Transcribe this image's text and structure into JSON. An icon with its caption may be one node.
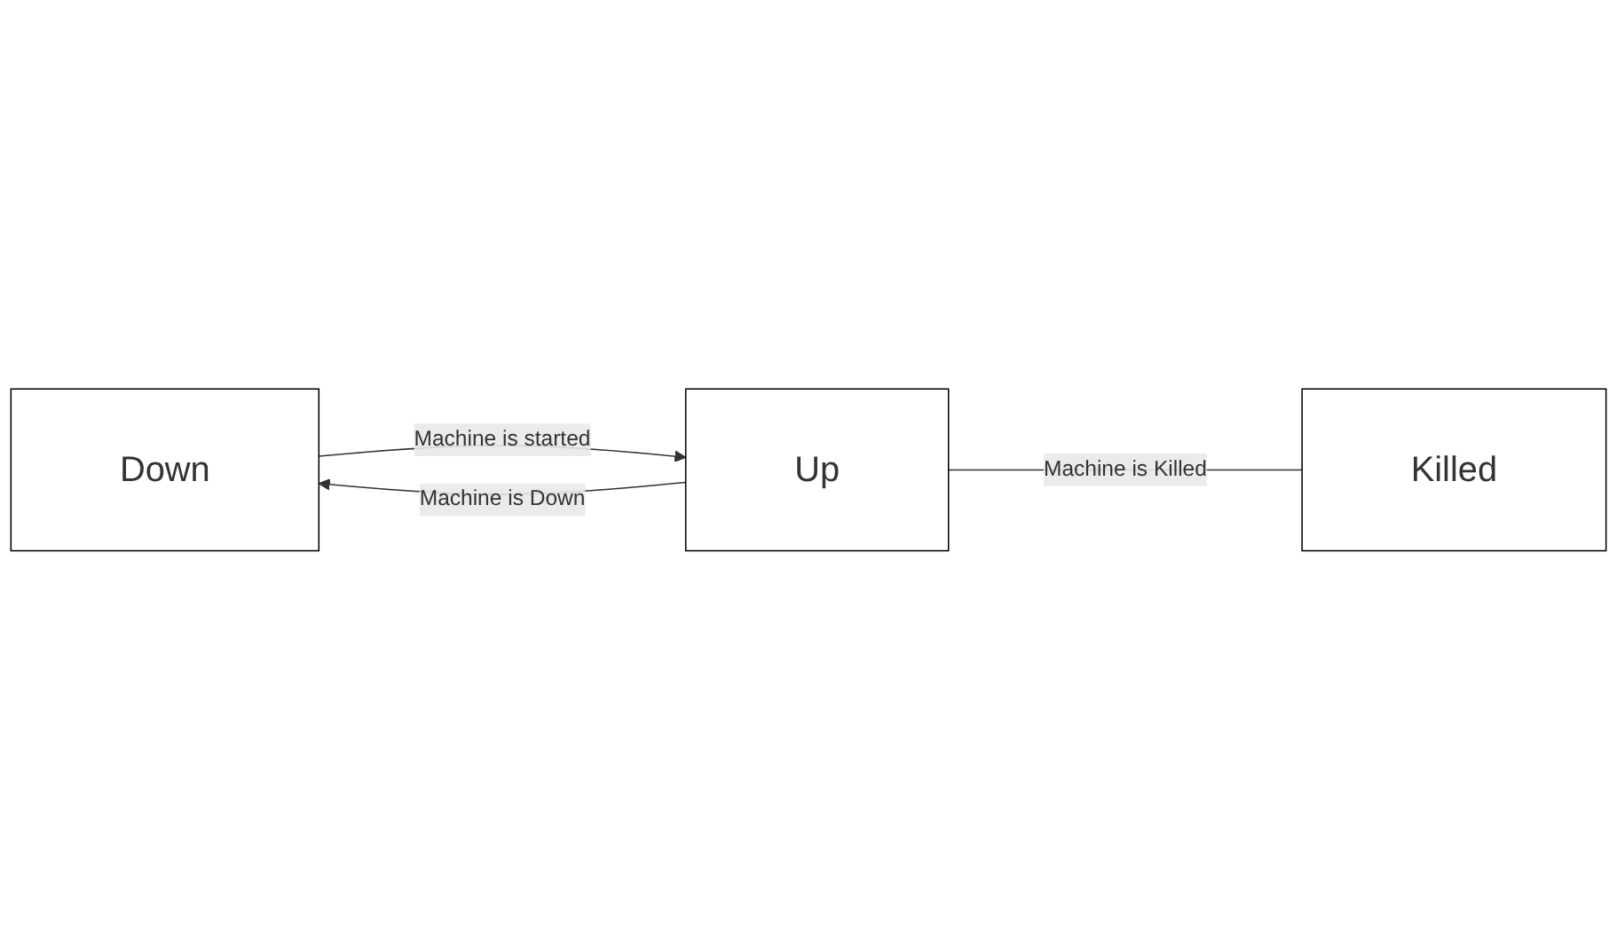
{
  "diagram": {
    "nodes": [
      {
        "text": [
          "Down"
        ]
      },
      {
        "text": [
          "Up"
        ]
      },
      {
        "text": [
          "Killed"
        ]
      }
    ],
    "edges": [
      {
        "from": 0,
        "to": 1,
        "arrow": "to",
        "label": "Machine is started"
      },
      {
        "from": 1,
        "to": 0,
        "arrow": "to",
        "label": "Machine is Down"
      },
      {
        "from": 1,
        "to": 2,
        "arrow": "none",
        "label": "Machine is Killed"
      }
    ]
  }
}
